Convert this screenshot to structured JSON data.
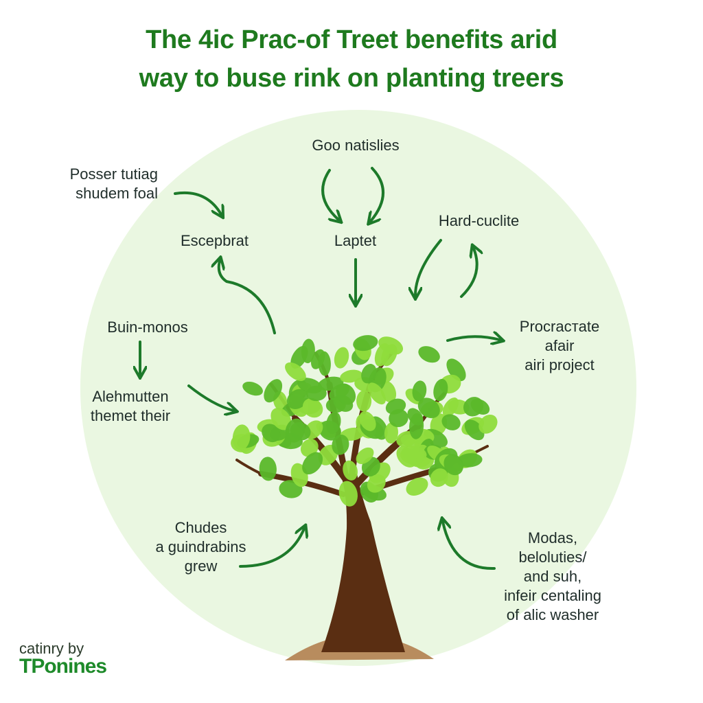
{
  "title": {
    "line1": "The 4ic Prac-of Treet benefits arid",
    "line2": "way to buse rink on planting treers"
  },
  "labels": {
    "top_center": "Goo natislies",
    "top_left": [
      "Posser tutiag",
      "shudem foal"
    ],
    "mid_left": "Escepbrat",
    "mid_center": "Laptet",
    "mid_right": "Hard-cuclite",
    "left": "Buin-monos",
    "left_lower": [
      "Alehmutten",
      "themet their"
    ],
    "right": [
      "Procrастate",
      "afair",
      "airi project"
    ],
    "bottom_left": [
      "Chudes",
      "a guindrabins",
      "grew"
    ],
    "bottom_right": [
      "Modas,",
      "beloluties/",
      "and suh,",
      "infeir centaling",
      "of alic washer"
    ]
  },
  "footer": {
    "line1": "catinry by",
    "line2": "TPonines"
  },
  "colors": {
    "title": "#1e7a1e",
    "arrow": "#1d7a2a",
    "circle": "#eaf7e1",
    "leaf_light": "#8fdc3c",
    "leaf_dark": "#5bb82a",
    "trunk": "#5a2e12",
    "soil": "#b88c5e"
  },
  "icons": [
    "curved-arrow-icon",
    "tree-icon"
  ]
}
